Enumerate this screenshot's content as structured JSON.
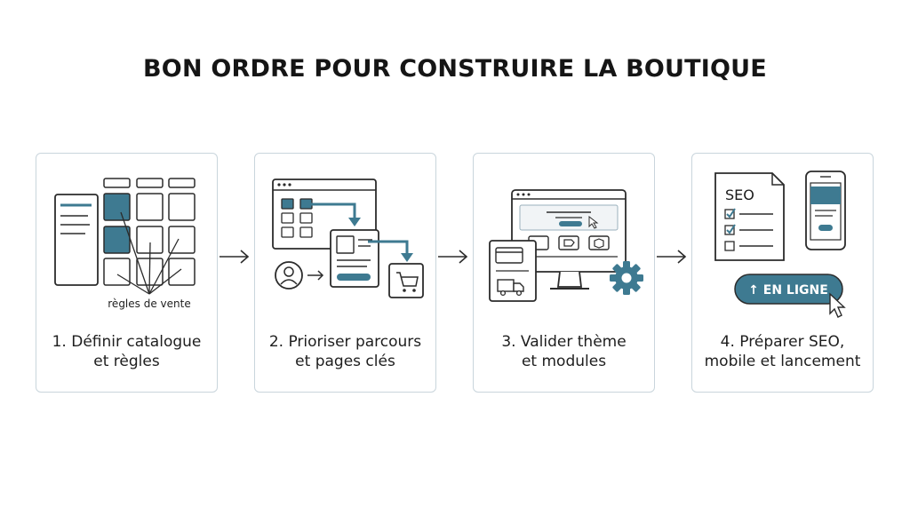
{
  "title": "BON ORDRE POUR CONSTRUIRE LA BOUTIQUE",
  "colors": {
    "accent": "#3e7a91",
    "stroke": "#2b2b2b",
    "border": "#c9d5dc"
  },
  "steps": [
    {
      "line1": "1. Définir catalogue",
      "line2": "et règles",
      "annotation": "règles de vente"
    },
    {
      "line1": "2. Prioriser parcours",
      "line2": "et pages clés"
    },
    {
      "line1": "3. Valider thème",
      "line2": "et modules"
    },
    {
      "line1": "4. Préparer SEO,",
      "line2": "mobile et lancement",
      "doc_label": "SEO",
      "button_label": "↑ EN LIGNE"
    }
  ]
}
